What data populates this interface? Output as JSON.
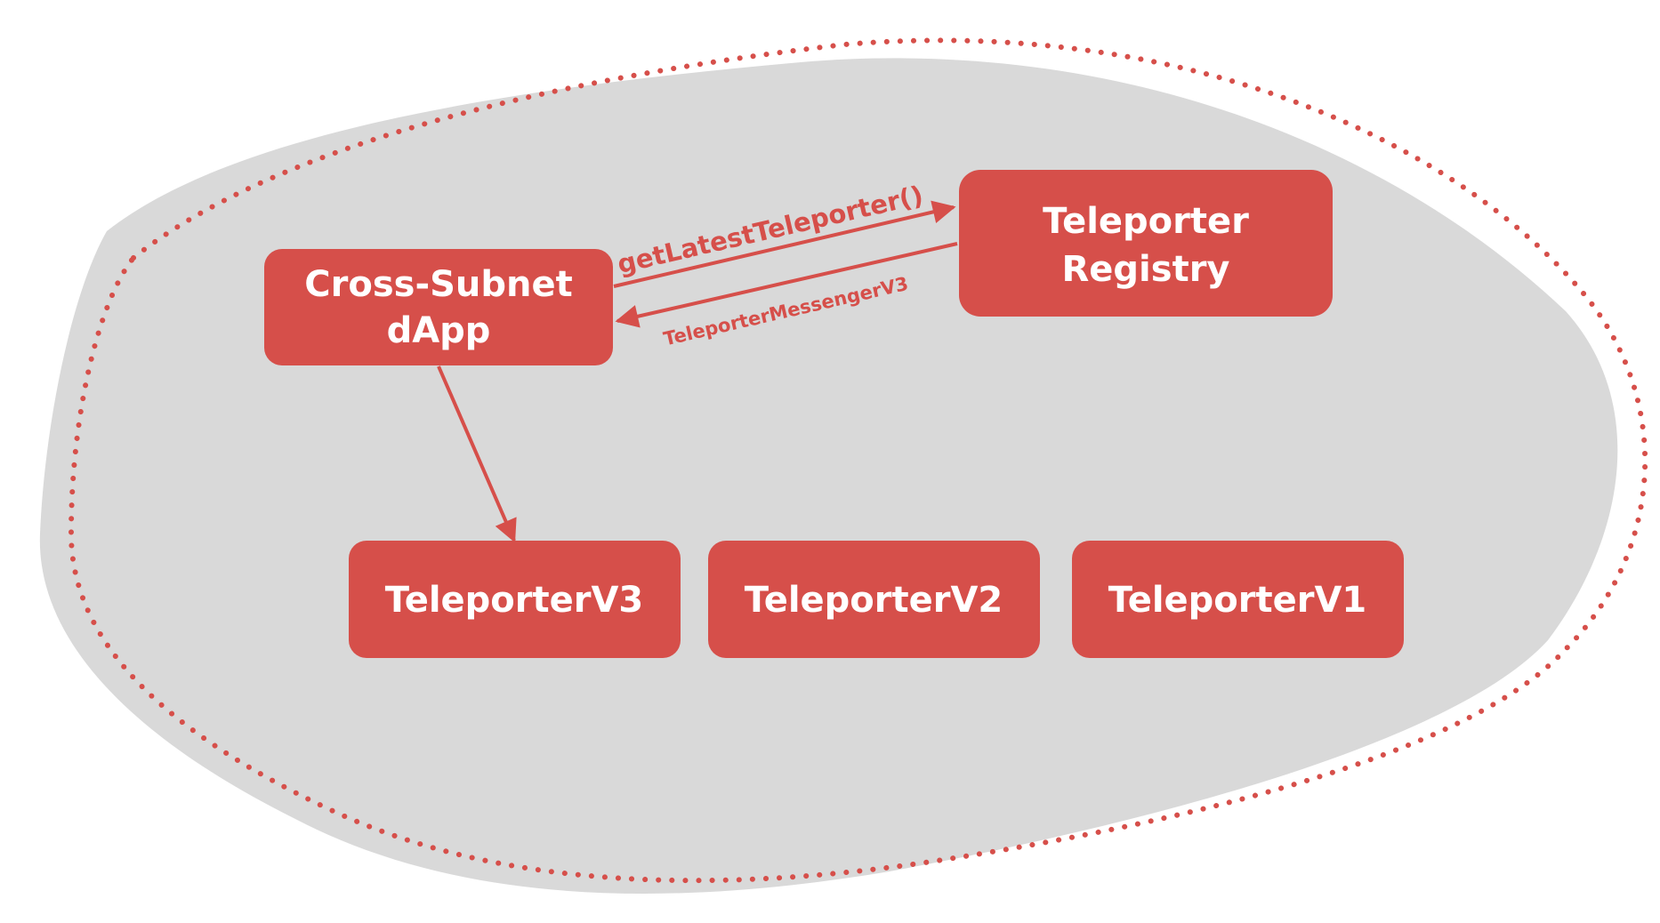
{
  "colors": {
    "node_fill": "#d64f4a",
    "node_text": "#ffffff",
    "edge": "#d64f4a",
    "region_fill": "#d9d9d9",
    "region_border": "#d64f4a"
  },
  "nodes": {
    "dapp": {
      "line1": "Cross-Subnet",
      "line2": "dApp"
    },
    "registry": {
      "line1": "Teleporter",
      "line2": "Registry"
    },
    "v3": {
      "label": "TeleporterV3"
    },
    "v2": {
      "label": "TeleporterV2"
    },
    "v1": {
      "label": "TeleporterV1"
    }
  },
  "edges": {
    "dapp_to_registry": {
      "label": "getLatestTeleporter()"
    },
    "registry_to_dapp": {
      "label": "TeleporterMessengerV3"
    },
    "dapp_to_v3": {
      "label": ""
    }
  }
}
